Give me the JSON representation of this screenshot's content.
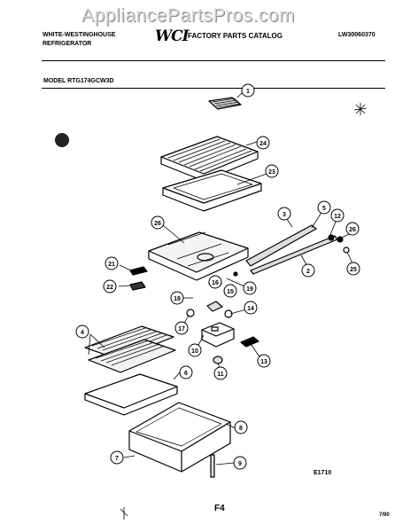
{
  "watermark": "AppliancePartsPros.com",
  "header": {
    "brand_line1": "WHITE-WESTINGHOUSE",
    "brand_line2": "REFRIGERATOR",
    "logo": "WCI",
    "catalog_title": "FACTORY PARTS CATALOG",
    "doc_number": "LW30060370"
  },
  "model_line": "MODEL RTG174GCW3D",
  "callouts": [
    "1",
    "24",
    "23",
    "26",
    "3",
    "5",
    "12",
    "26",
    "25",
    "2",
    "21",
    "22",
    "18",
    "16",
    "15",
    "19",
    "14",
    "17",
    "10",
    "11",
    "13",
    "4",
    "6",
    "8",
    "7",
    "9"
  ],
  "figure_code": "E1710",
  "page_number": "F4",
  "date": "7/90"
}
